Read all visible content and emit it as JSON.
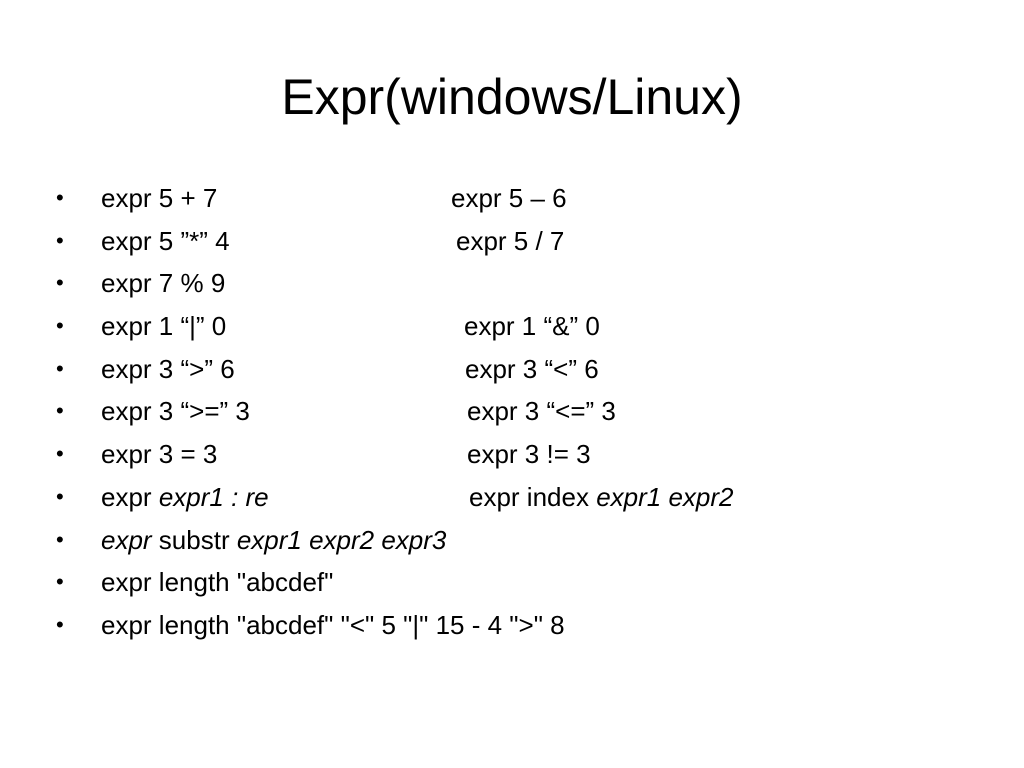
{
  "slide": {
    "title": "Expr(windows/Linux)",
    "bullet_symbol": "•",
    "rows": [
      {
        "a": "expr 5 + 7",
        "b": "expr 5 – 6"
      },
      {
        "a": "expr 5 ”*” 4",
        "b": "expr 5 /  7"
      },
      {
        "a": "expr 7 % 9"
      },
      {
        "a": "expr 1 “|”   0",
        "b": "expr 1 “&” 0"
      },
      {
        "a": "expr 3 “>” 6",
        "b": "expr 3 “<” 6"
      },
      {
        "a": "expr 3 “>=” 3",
        "b": "expr 3 “<=” 3"
      },
      {
        "a": "expr 3 = 3",
        "b": "expr 3 != 3"
      },
      {
        "a_prefix": "expr ",
        "a_italic": "expr1 : re",
        "b_prefix": "expr index ",
        "b_italic": "expr1 expr2"
      },
      {
        "a_italic_prefix": "expr",
        "a_mid": " substr ",
        "a_italic_suffix": "expr1 expr2 expr3"
      },
      {
        "a": "expr length \"abcdef\""
      },
      {
        "a": "expr length \"abcdef\" \"<\" 5 \"|\" 15 - 4 \">\" 8"
      }
    ]
  }
}
